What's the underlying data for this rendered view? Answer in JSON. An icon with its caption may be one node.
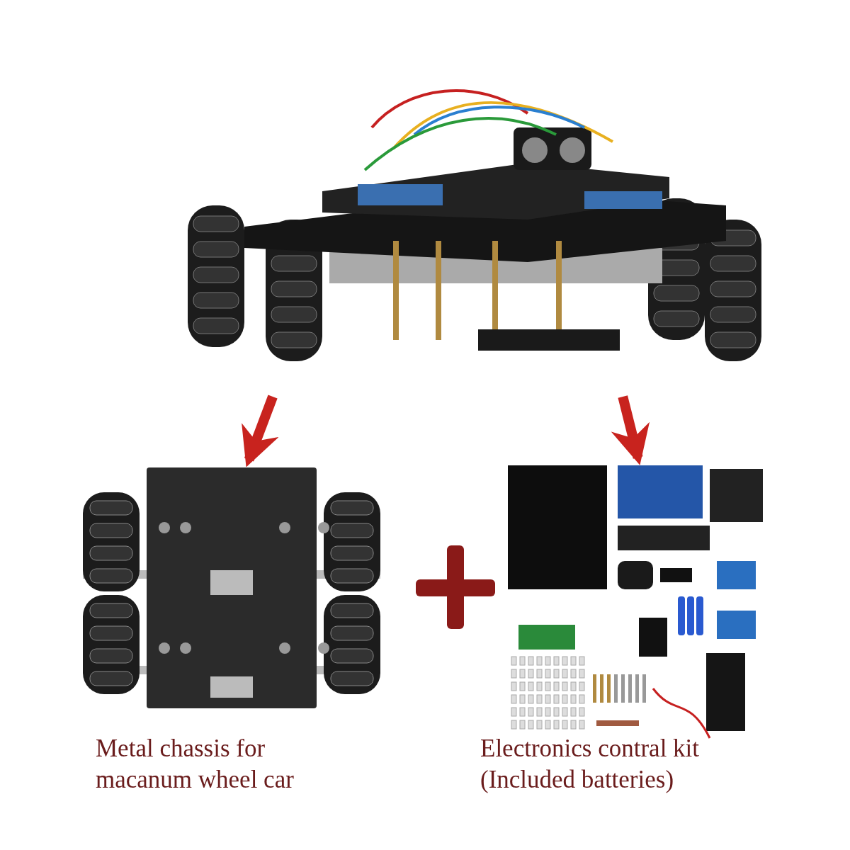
{
  "diagram": {
    "nodes": [
      {
        "text": [],
        "shape": "picture"
      },
      {
        "text": [],
        "shape": "picture",
        "beside": [
          "Metal chassis for macanum wheel car"
        ]
      },
      {
        "text": [],
        "shape": "picture",
        "beside": [
          "Electronics contral kit (Included batteries)"
        ]
      }
    ],
    "edges": [
      {
        "from": 0,
        "to": 1,
        "arrow": "to",
        "color": "#c8231e"
      },
      {
        "from": 0,
        "to": 2,
        "arrow": "to",
        "color": "#c8231e"
      }
    ]
  }
}
